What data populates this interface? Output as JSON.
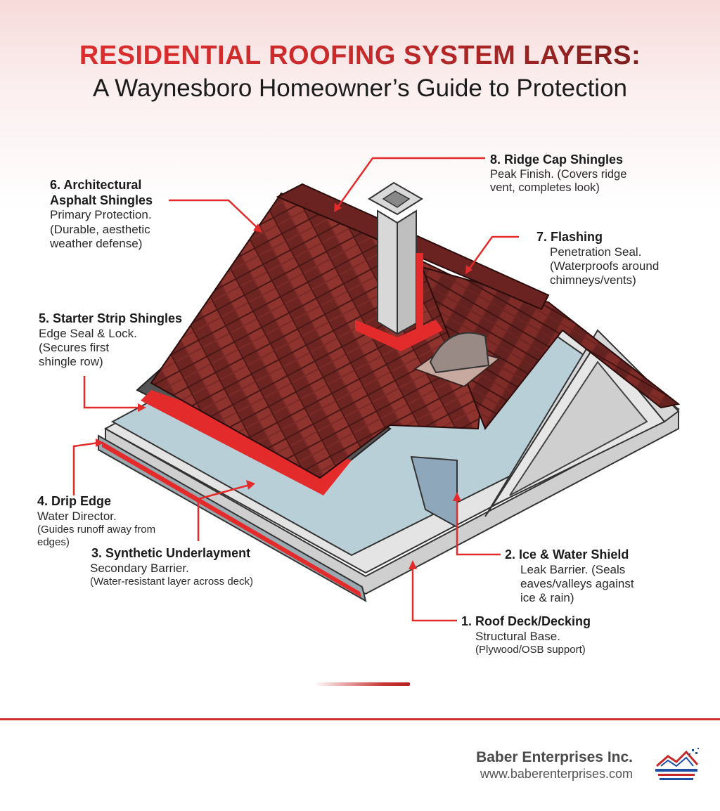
{
  "title": {
    "line1": "RESIDENTIAL ROOFING SYSTEM LAYERS:",
    "line2": "A Waynesboro Homeowner’s Guide to Protection"
  },
  "callouts": [
    {
      "id": "roof-deck",
      "title": "1. Roof Deck/Decking",
      "subtitle": "Structural Base.",
      "detail": "(Plywood/OSB support)"
    },
    {
      "id": "ice-water-shield",
      "title": "2. Ice & Water Shield",
      "subtitle": "Leak Barrier. (Seals",
      "detail_lines": [
        "eaves/valleys against",
        "ice & rain)"
      ]
    },
    {
      "id": "synthetic-underlayment",
      "title": "3. Synthetic Underlayment",
      "subtitle": "Secondary Barrier.",
      "detail": "(Water-resistant layer across deck)"
    },
    {
      "id": "drip-edge",
      "title": "4. Drip Edge",
      "subtitle": "Water Director.",
      "detail_lines": [
        "(Guides runoff away from",
        "edges)"
      ]
    },
    {
      "id": "starter-strip",
      "title": "5. Starter Strip Shingles",
      "subtitle": "Edge Seal & Lock.",
      "detail_lines": [
        "(Secures first",
        "shingle row)"
      ]
    },
    {
      "id": "architectural-shingles",
      "title_lines": [
        "6. Architectural",
        "Asphalt Shingles"
      ],
      "subtitle": "Primary Protection.",
      "detail_lines": [
        "(Durable, aesthetic",
        "weather defense)"
      ]
    },
    {
      "id": "flashing",
      "title": "7. Flashing",
      "subtitle": "Penetration Seal.",
      "detail_lines": [
        "(Waterproofs around",
        "chimneys/vents)"
      ]
    },
    {
      "id": "ridge-cap",
      "title": "8. Ridge Cap Shingles",
      "subtitle_lines": [
        "Peak Finish. (Covers ridge",
        "vent, completes look)"
      ]
    }
  ],
  "footer": {
    "company": "Baber Enterprises Inc.",
    "url": "www.baberenterprises.com"
  },
  "colors": {
    "accent": "#e32b2b",
    "shingle": "#7a2a26",
    "underlayment": "#b9cfd8",
    "deck": "#d9d9d9"
  }
}
